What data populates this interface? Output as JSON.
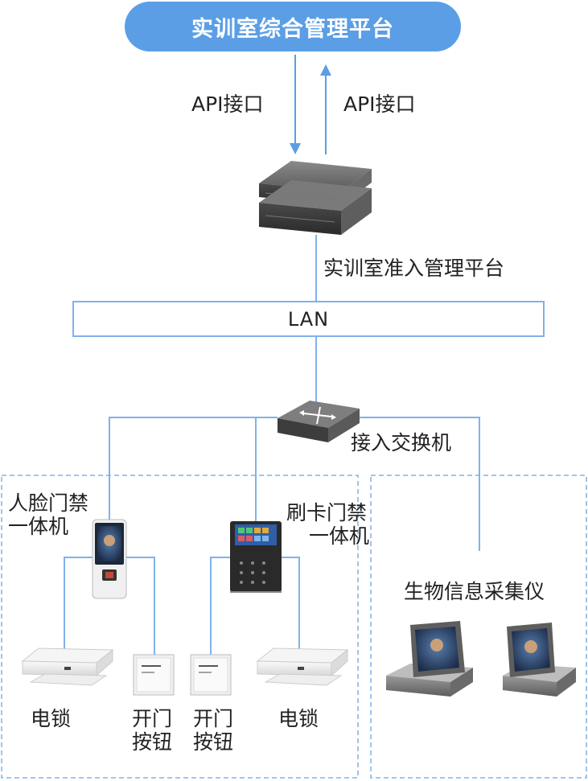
{
  "top_platform": {
    "title": "实训室综合管理平台"
  },
  "api_labels": {
    "left": "API接口",
    "right": "API接口"
  },
  "access_platform": {
    "label": "实训室准入管理平台"
  },
  "lan": {
    "label": "LAN"
  },
  "switch": {
    "label": "接入交换机"
  },
  "face_terminal": {
    "line1": "人脸门禁",
    "line2": "一体机"
  },
  "card_terminal": {
    "line1": "刷卡门禁",
    "line2": "一体机"
  },
  "biometric": {
    "label": "生物信息采集仪"
  },
  "bottom_labels": {
    "lock_left": "电锁",
    "button_left_1": "开门",
    "button_left_2": "按钮",
    "button_right_1": "开门",
    "button_right_2": "按钮",
    "lock_right": "电锁"
  },
  "colors": {
    "accent": "#5b9ee6",
    "line": "#7fb2ea",
    "device_dark": "#3a3a3a"
  }
}
